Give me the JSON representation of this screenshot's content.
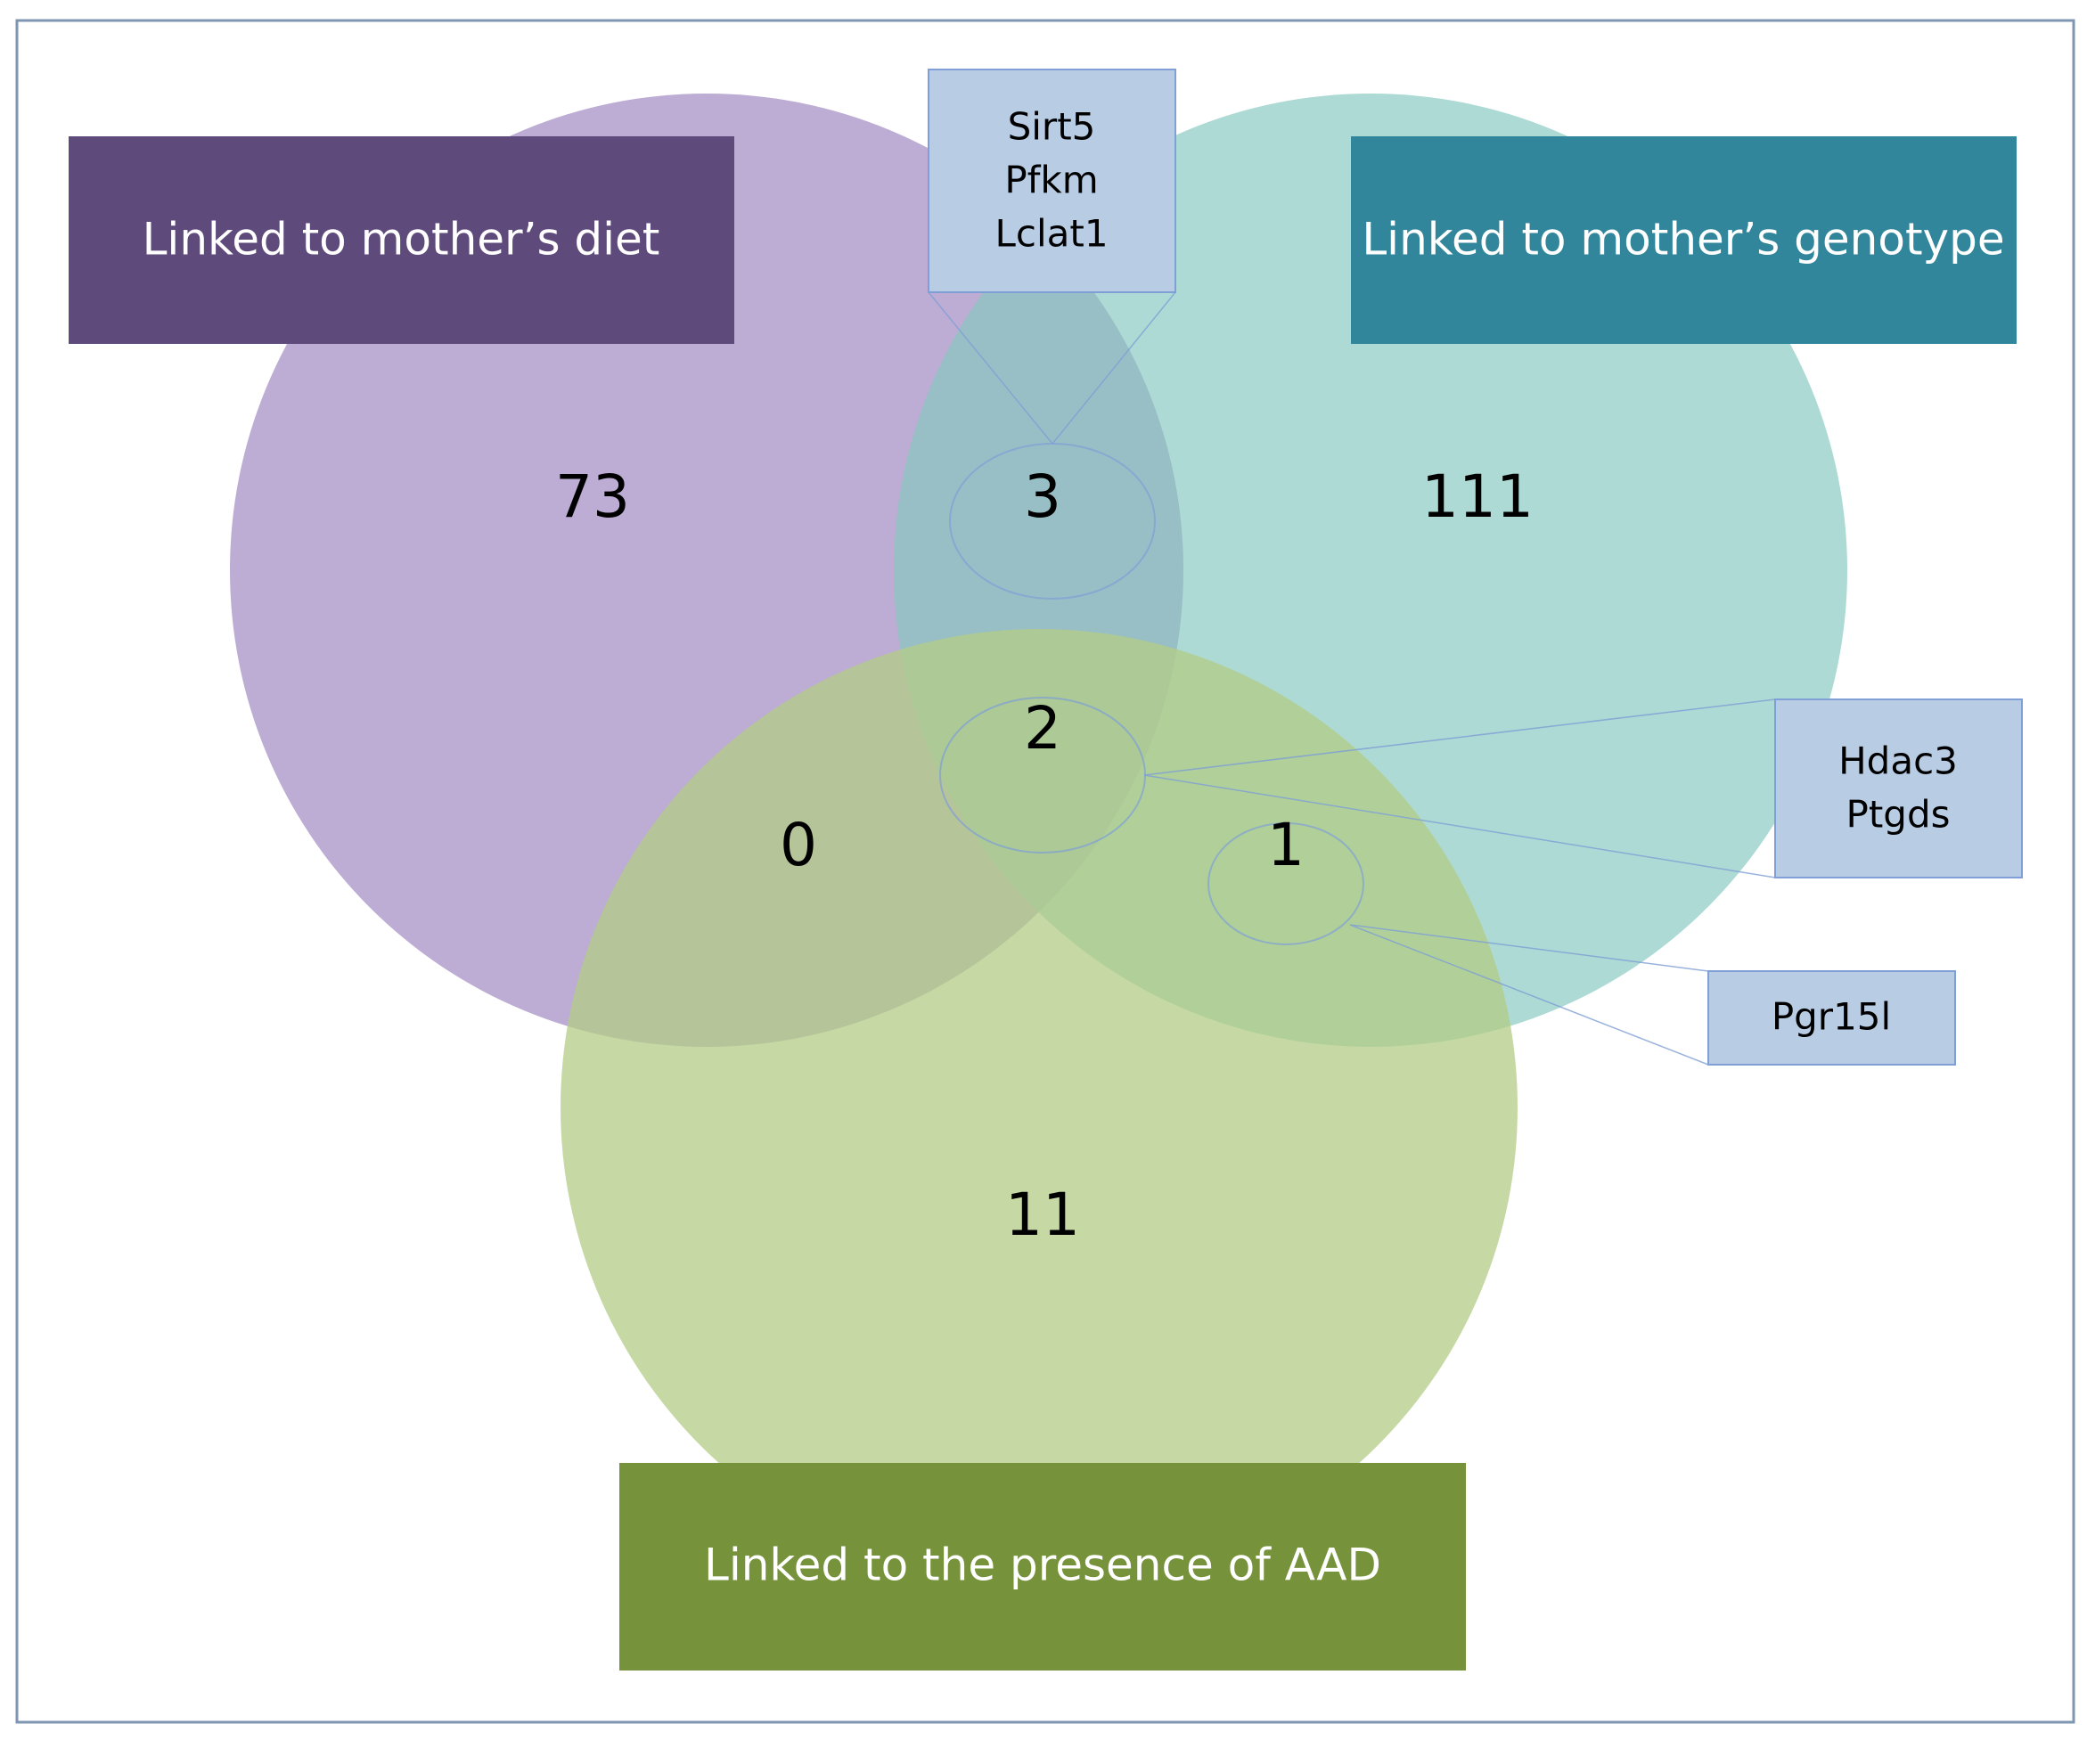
{
  "sets": {
    "diet": {
      "label": "Linked to mother’s diet",
      "circle_color": "#9d85bf",
      "label_color": "#5f4a7c"
    },
    "genotype": {
      "label": "Linked to mother’s genotype",
      "circle_color": "#86c8bf",
      "label_color": "#31869b"
    },
    "aad": {
      "label": "Linked to the presence of AAD",
      "circle_color": "#b3cc85",
      "label_color": "#76933c"
    }
  },
  "counts": {
    "diet_only": "73",
    "genotype_only": "111",
    "aad_only": "11",
    "diet_genotype": "3",
    "diet_aad": "0",
    "genotype_aad": "1",
    "all_three": "2"
  },
  "gene_boxes": {
    "diet_genotype": [
      "Sirt5",
      "Pfkm",
      "Lclat1"
    ],
    "all_three": [
      "Hdac3",
      "Ptgds"
    ],
    "genotype_aad": [
      "Pgr15l"
    ]
  },
  "colors": {
    "gene_box_fill": "#b8cce4",
    "gene_box_stroke": "#7f9fd6",
    "frame_stroke": "#7f96b2"
  }
}
